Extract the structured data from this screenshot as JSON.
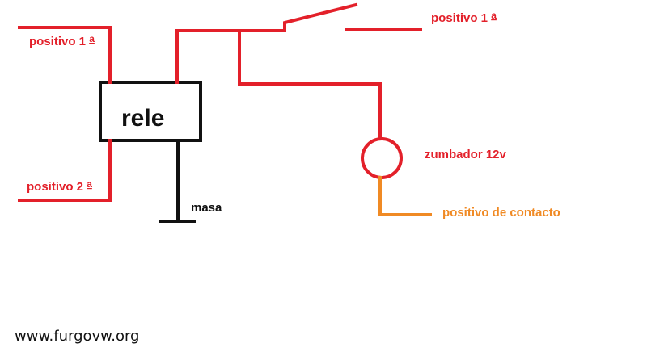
{
  "colors": {
    "wire_red": "#e3202a",
    "wire_orange": "#f08a24",
    "wire_black": "#111111"
  },
  "labels": {
    "rele": "rele",
    "positivo1_left": "positivo 1",
    "positivo1_left_sup": "a",
    "positivo2": "positivo 2",
    "positivo2_sup": "a",
    "positivo1_right": "positivo 1",
    "positivo1_right_sup": "a",
    "zumbador": "zumbador 12v",
    "masa": "masa",
    "positivo_contacto": "positivo de contacto",
    "watermark": "www.furgovw.org"
  }
}
